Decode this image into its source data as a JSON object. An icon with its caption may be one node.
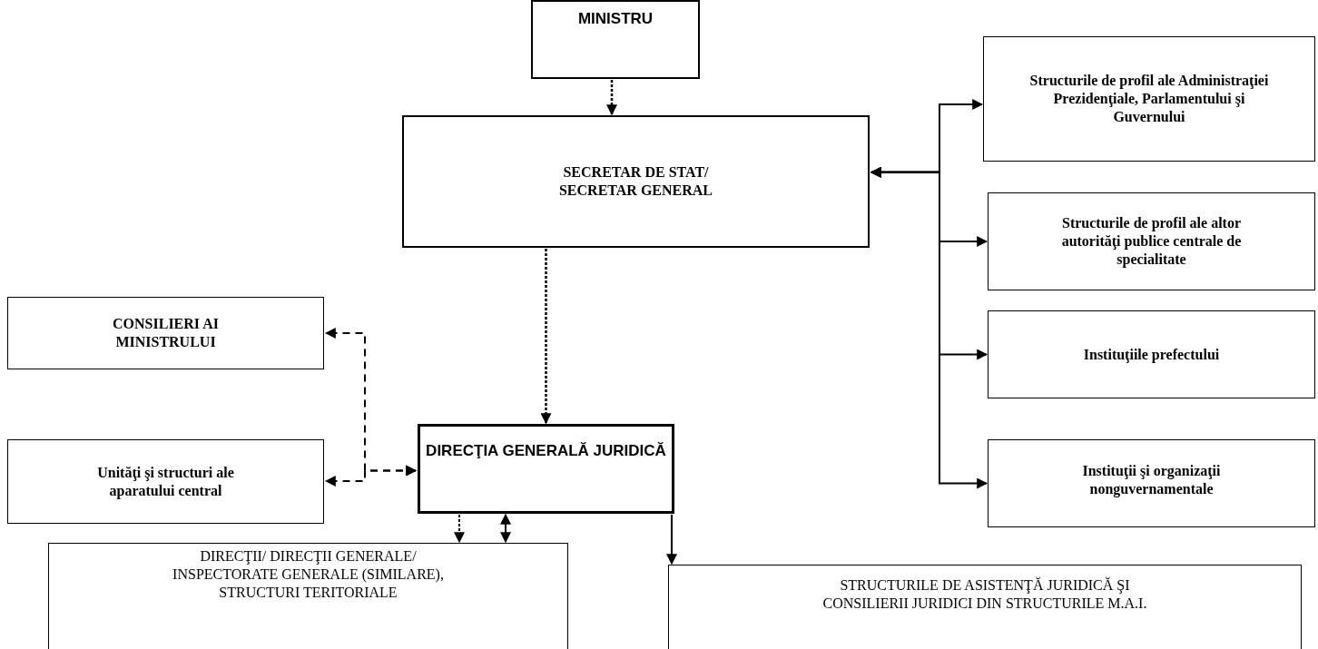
{
  "diagram": {
    "nodes": [
      {
        "text": [
          "MINISTRU"
        ]
      },
      {
        "text": [
          "SECRETAR DE STAT/ SECRETAR GENERAL"
        ]
      },
      {
        "text": [
          "Structurile de profil ale Administraţiei Prezidenţiale, Parlamentului şi Guvernului"
        ]
      },
      {
        "text": [
          "Structurile de profil ale altor autorităţi publice centrale de specialitate"
        ]
      },
      {
        "text": [
          "Instituţiile prefectului"
        ]
      },
      {
        "text": [
          "Instituţii şi organizaţii nonguvernamentale"
        ]
      },
      {
        "text": [
          "CONSILIERI AI MINISTRULUI"
        ]
      },
      {
        "text": [
          "Unităţi şi structuri ale aparatului central"
        ]
      },
      {
        "text": [
          "DIRECŢIA GENERALĂ JURIDICĂ"
        ]
      },
      {
        "text": [
          "DIRECŢII/ DIRECŢII GENERALE/ INSPECTORATE GENERALE (SIMILARE), STRUCTURI TERITORIALE"
        ]
      },
      {
        "text": [
          "STRUCTURILE DE ASISTENŢĂ JURIDICĂ ŞI CONSILIERII JURIDICI DIN STRUCTURILE M.A.I."
        ]
      }
    ],
    "edges": [
      {
        "from": 0,
        "to": 1,
        "arrow": "to",
        "style": "dashed"
      },
      {
        "from": 1,
        "to": 8,
        "arrow": "to",
        "style": "dashed"
      },
      {
        "from": 1,
        "to": 2,
        "arrow": "both"
      },
      {
        "from": 1,
        "to": 3,
        "arrow": "both"
      },
      {
        "from": 1,
        "to": 4,
        "arrow": "both"
      },
      {
        "from": 1,
        "to": 5,
        "arrow": "both"
      },
      {
        "from": 8,
        "to": 6,
        "arrow": "both",
        "style": "dashed"
      },
      {
        "from": 8,
        "to": 7,
        "arrow": "both",
        "style": "dashed"
      },
      {
        "from": 8,
        "to": 9,
        "arrow": "to",
        "style": "dashed"
      },
      {
        "from": 8,
        "to": 9,
        "arrow": "both"
      },
      {
        "from": 8,
        "to": 10,
        "arrow": "to"
      }
    ]
  }
}
